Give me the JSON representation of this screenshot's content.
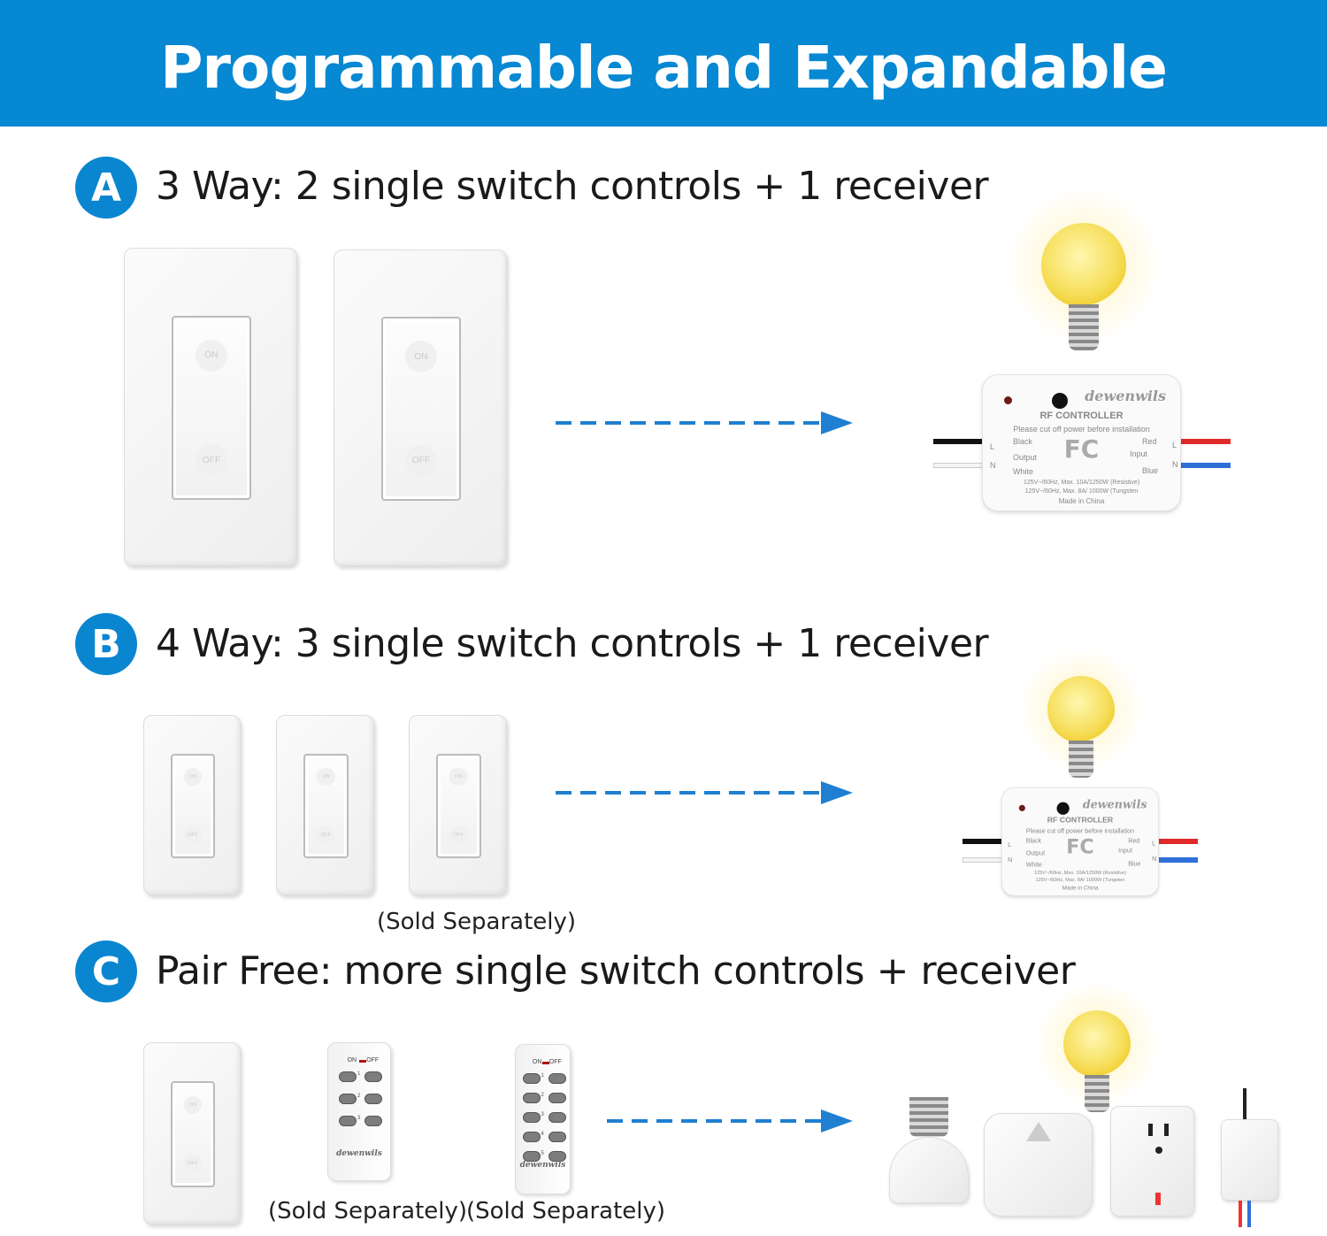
{
  "header": {
    "title": "Programmable and Expandable"
  },
  "sections": [
    {
      "badge": "A",
      "title": "3 Way: 2 single switch controls + 1 receiver"
    },
    {
      "badge": "B",
      "title": "4 Way: 3 single switch controls + 1 receiver"
    },
    {
      "badge": "C",
      "title": "Pair Free: more single switch controls + receiver"
    }
  ],
  "switch": {
    "on": "ON",
    "off": "OFF"
  },
  "receiver": {
    "brand": "dewenwils",
    "title": "RF CONTROLLER",
    "warning": "Please cut off power before installation",
    "left_l": "L",
    "left_n": "N",
    "black": "Black",
    "output": "Output",
    "white": "White",
    "red": "Red",
    "input": "Input",
    "blue": "Blue",
    "right_l": "L",
    "right_n": "N",
    "fc": "FC",
    "spec1": "125V~/60Hz, Max. 10A/1250W (Resistive)",
    "spec2": "125V~/60Hz, Max. 8A/ 1000W (Tungsten",
    "made": "Made in China"
  },
  "remote": {
    "on": "ON",
    "off": "OFF",
    "brand": "dewenwils",
    "channels3": [
      "1",
      "2",
      "3"
    ],
    "channels5": [
      "1",
      "2",
      "3",
      "4",
      "5"
    ]
  },
  "sold_separately": "(Sold Separately)",
  "colors": {
    "header": "#0788d3",
    "badge": "#0a86d0",
    "arrow": "#1f7fd0"
  }
}
